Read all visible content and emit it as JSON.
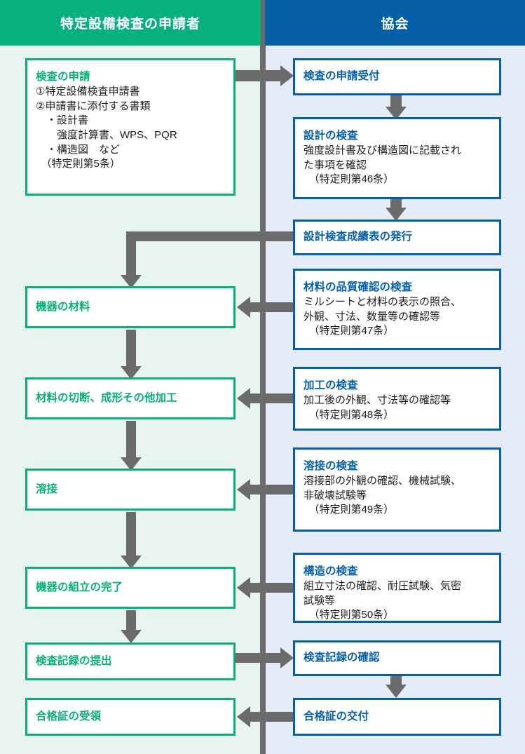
{
  "diagram": {
    "title_left": "特定設備検査の申請者",
    "title_right": "協会"
  },
  "left_column": {
    "header": "特定設備検査の申請者",
    "boxes": [
      {
        "id": "application",
        "title": "検査の申請",
        "body": "①特定設備検査申請書\n②申請書に添付する書類\n　・設計書\n　　強度計算書、WPS、PQR\n　・構造図　など\n　（特定則第5条）"
      },
      {
        "id": "equipment-material",
        "title": "機器の材料",
        "body": ""
      },
      {
        "id": "material-cutting",
        "title": "材料の切断、成形その他加工",
        "body": ""
      },
      {
        "id": "welding",
        "title": "溶接",
        "body": ""
      },
      {
        "id": "assembly-complete",
        "title": "機器の組立の完了",
        "body": ""
      },
      {
        "id": "record-submission",
        "title": "検査記録の提出",
        "body": ""
      },
      {
        "id": "certificate-receipt",
        "title": "合格証の受領",
        "body": ""
      }
    ]
  },
  "right_column": {
    "header": "協会",
    "boxes": [
      {
        "id": "application-receipt",
        "title": "検査の申請受付",
        "body": ""
      },
      {
        "id": "design-inspection",
        "title": "設計の検査",
        "body": "強度設計書及び構造図に記載され\nた事項を確認\n　（特定則第46条）"
      },
      {
        "id": "design-report-issue",
        "title": "設計検査成績表の発行",
        "body": ""
      },
      {
        "id": "material-quality-inspection",
        "title": "材料の品質確認の検査",
        "body": "ミルシートと材料の表示の照合、\n外観、寸法、数量等の確認等\n　（特定則第47条）"
      },
      {
        "id": "processing-inspection",
        "title": "加工の検査",
        "body": "加工後の外観、寸法等の確認等\n　（特定則第48条）"
      },
      {
        "id": "welding-inspection",
        "title": "溶接の検査",
        "body": "溶接部の外観の確認、機械試験、\n非破壊試験等\n　（特定則第49条）"
      },
      {
        "id": "structure-inspection",
        "title": "構造の検査",
        "body": "組立寸法の確認、耐圧試験、気密\n試験等\n　（特定則第50条）"
      },
      {
        "id": "record-confirmation",
        "title": "検査記録の確認",
        "body": ""
      },
      {
        "id": "certificate-issue",
        "title": "合格証の交付",
        "body": ""
      }
    ]
  },
  "colors": {
    "green_header": "#08b07c",
    "blue_header": "#0660a8",
    "green_panel_bg": "#e7f4ef",
    "blue_panel_bg": "#e6ecf7",
    "arrow": "#6b6b6b",
    "box_bg": "#ffffff"
  },
  "arrows": [
    {
      "id": "application-to-receipt",
      "direction": "right",
      "from": "application",
      "to": "application-receipt"
    },
    {
      "id": "receipt-to-design",
      "direction": "down",
      "from": "application-receipt",
      "to": "design-inspection"
    },
    {
      "id": "design-to-report",
      "direction": "down",
      "from": "design-inspection",
      "to": "design-report-issue"
    },
    {
      "id": "report-to-equipment-material",
      "direction": "elbow-left-down",
      "from": "design-report-issue",
      "to": "equipment-material"
    },
    {
      "id": "material-quality-to-equipment",
      "direction": "left",
      "from": "material-quality-inspection",
      "to": "equipment-material"
    },
    {
      "id": "equipment-to-cutting",
      "direction": "down",
      "from": "equipment-material",
      "to": "material-cutting"
    },
    {
      "id": "processing-to-cutting",
      "direction": "left",
      "from": "processing-inspection",
      "to": "material-cutting"
    },
    {
      "id": "cutting-to-welding",
      "direction": "down",
      "from": "material-cutting",
      "to": "welding"
    },
    {
      "id": "welding-insp-to-welding",
      "direction": "left",
      "from": "welding-inspection",
      "to": "welding"
    },
    {
      "id": "welding-to-assembly",
      "direction": "down",
      "from": "welding",
      "to": "assembly-complete"
    },
    {
      "id": "structure-to-assembly",
      "direction": "left",
      "from": "structure-inspection",
      "to": "assembly-complete"
    },
    {
      "id": "assembly-to-record",
      "direction": "down",
      "from": "assembly-complete",
      "to": "record-submission"
    },
    {
      "id": "record-to-confirmation",
      "direction": "right",
      "from": "record-submission",
      "to": "record-confirmation"
    },
    {
      "id": "confirmation-to-issue",
      "direction": "down",
      "from": "record-confirmation",
      "to": "certificate-issue"
    },
    {
      "id": "issue-to-receipt",
      "direction": "left",
      "from": "certificate-issue",
      "to": "certificate-receipt"
    }
  ]
}
